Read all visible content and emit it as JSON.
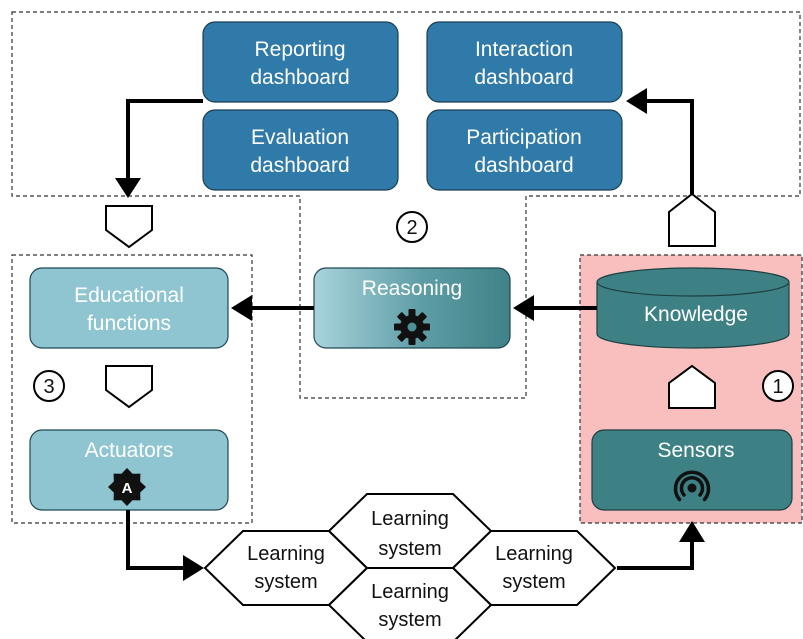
{
  "dashboards": {
    "reporting": [
      "Reporting",
      "dashboard"
    ],
    "interaction": [
      "Interaction",
      "dashboard"
    ],
    "evaluation": [
      "Evaluation",
      "dashboard"
    ],
    "participation": [
      "Participation",
      "dashboard"
    ]
  },
  "nodes": {
    "educational": [
      "Educational",
      "functions"
    ],
    "reasoning": "Reasoning",
    "knowledge": "Knowledge",
    "actuators": "Actuators",
    "actuator_badge": "A",
    "sensors": "Sensors"
  },
  "region_numbers": [
    "1",
    "2",
    "3"
  ],
  "learning_systems": [
    [
      "Learning",
      "system"
    ],
    [
      "Learning",
      "system"
    ],
    [
      "Learning",
      "system"
    ],
    [
      "Learning",
      "system"
    ]
  ],
  "colors": {
    "dashboard_fill": "#2f7aa8",
    "light_fill": "#8ec5d1",
    "dark_teal": "#3d8185",
    "region1_fill": "#f8bfbe",
    "text_dark": "#111111",
    "text_white": "#ffffff"
  },
  "icons": {
    "reasoning": "gear-icon",
    "actuators": "badge-a-icon",
    "sensors": "signal-icon"
  }
}
